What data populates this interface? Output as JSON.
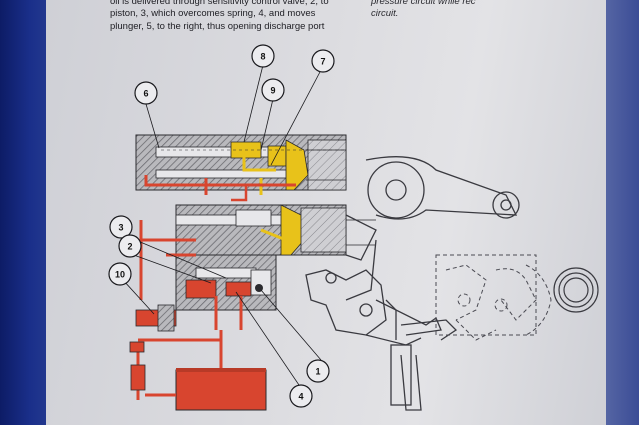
{
  "document": {
    "text_left_lines": [
      "oil is delivered through sensitivity control valve, 2, to",
      "piston, 3, which overcomes spring, 4, and moves",
      "plunger, 5, to the right, thus opening discharge port"
    ],
    "text_right_lines": [
      "pressure circuit while rec",
      "circuit."
    ]
  },
  "diagram": {
    "callouts": [
      "6",
      "8",
      "9",
      "7",
      "3",
      "2",
      "10",
      "1",
      "4"
    ],
    "colors": {
      "pressure_oil": "#d8452f",
      "pilot_oil": "#e8c21a",
      "housing": "#6b6b70",
      "line": "#2a2a2e"
    }
  }
}
